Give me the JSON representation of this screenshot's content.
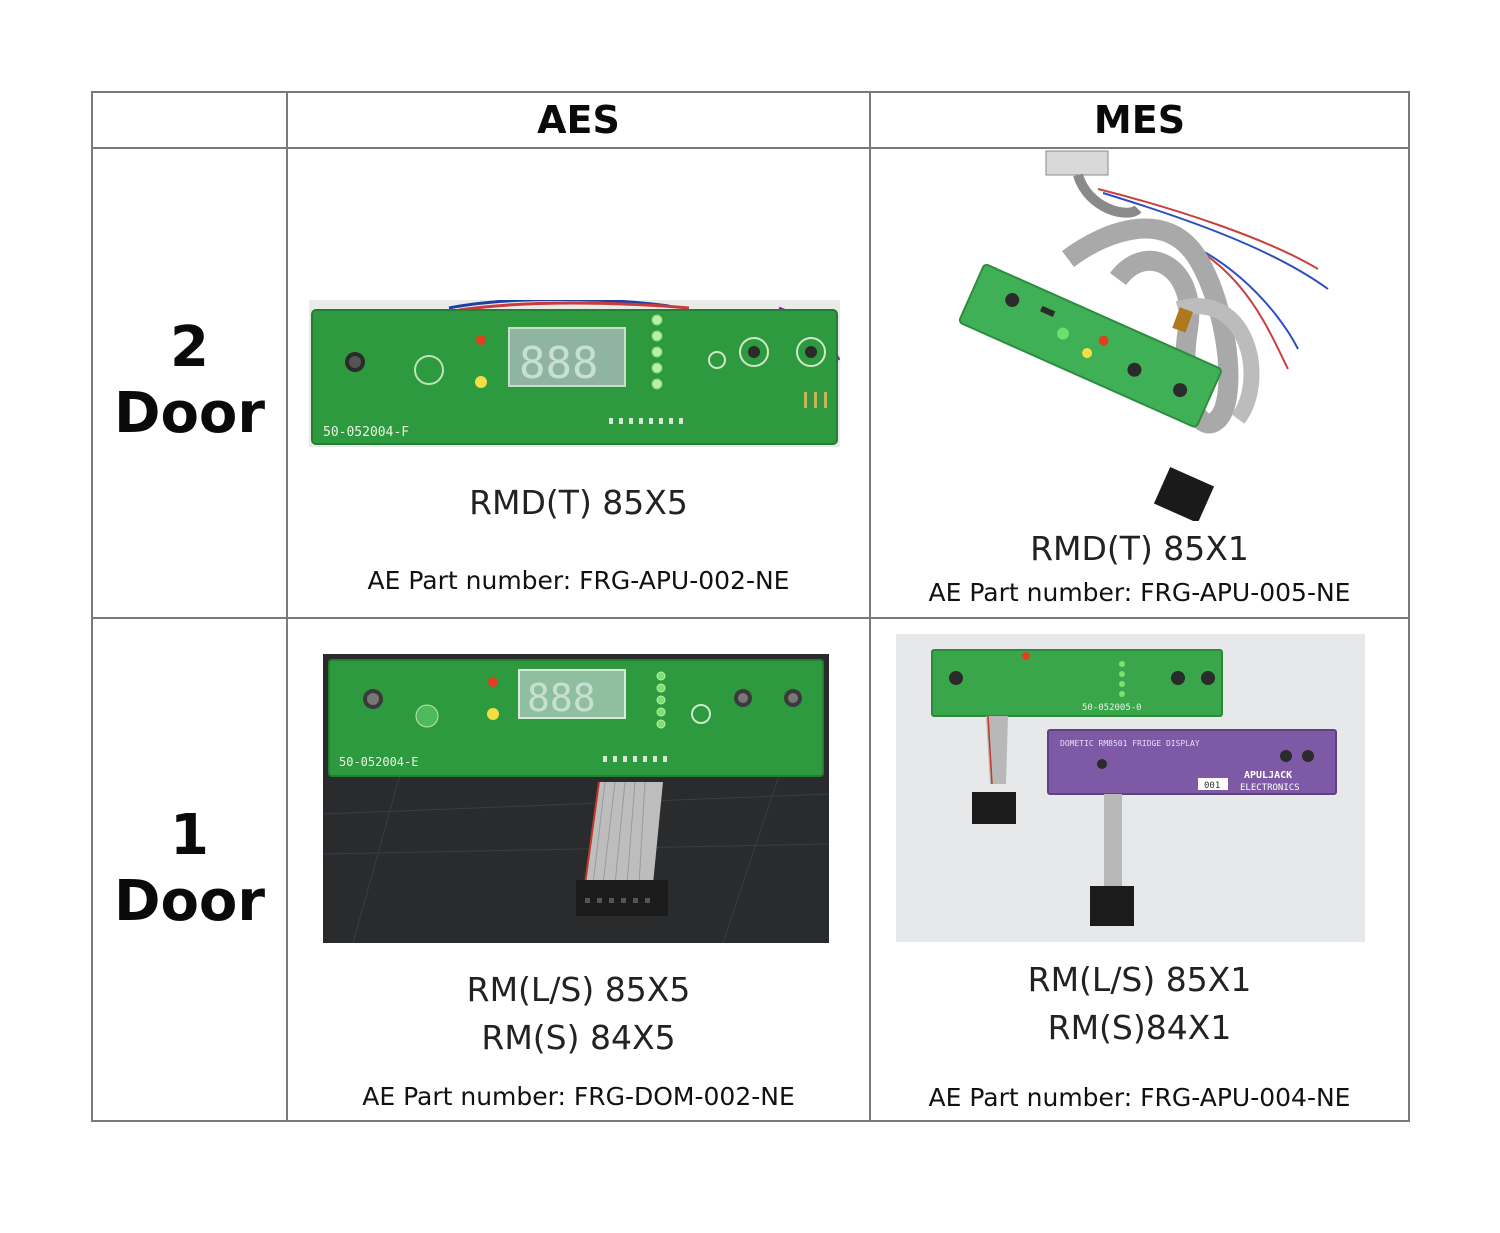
{
  "table": {
    "columns": [
      "",
      "AES",
      "MES"
    ],
    "rows": [
      {
        "label_line1": "2",
        "label_line2": "Door",
        "aes": {
          "model_line1": "RMD(T) 85X5",
          "part": "AE Part number: FRG-APU-002-NE",
          "board_silkscreen": "50-052004-F"
        },
        "mes": {
          "model_line1": "RMD(T) 85X1",
          "part": "AE Part number: FRG-APU-005-NE"
        }
      },
      {
        "label_line1": "1",
        "label_line2": "Door",
        "aes": {
          "model_line1": "RM(L/S) 85X5",
          "model_line2": "RM(S) 84X5",
          "part": "AE Part number: FRG-DOM-002-NE",
          "board_silkscreen": "50-052004-E"
        },
        "mes": {
          "model_line1": "RM(L/S) 85X1",
          "model_line2": "RM(S)84X1",
          "part": "AE Part number: FRG-APU-004-NE",
          "board_silkscreen": "50-052005-0",
          "purple_board_title": "DOMETIC RM8501 FRIDGE DISPLAY",
          "purple_board_brand_line1": "APULJACK",
          "purple_board_brand_line2": "ELECTRONICS",
          "purple_board_serial": "001"
        }
      }
    ]
  },
  "colors": {
    "pcb_green": "#2f9a3c",
    "pcb_purple": "#7e5aa6",
    "grid_line": "#7a7a7a"
  }
}
